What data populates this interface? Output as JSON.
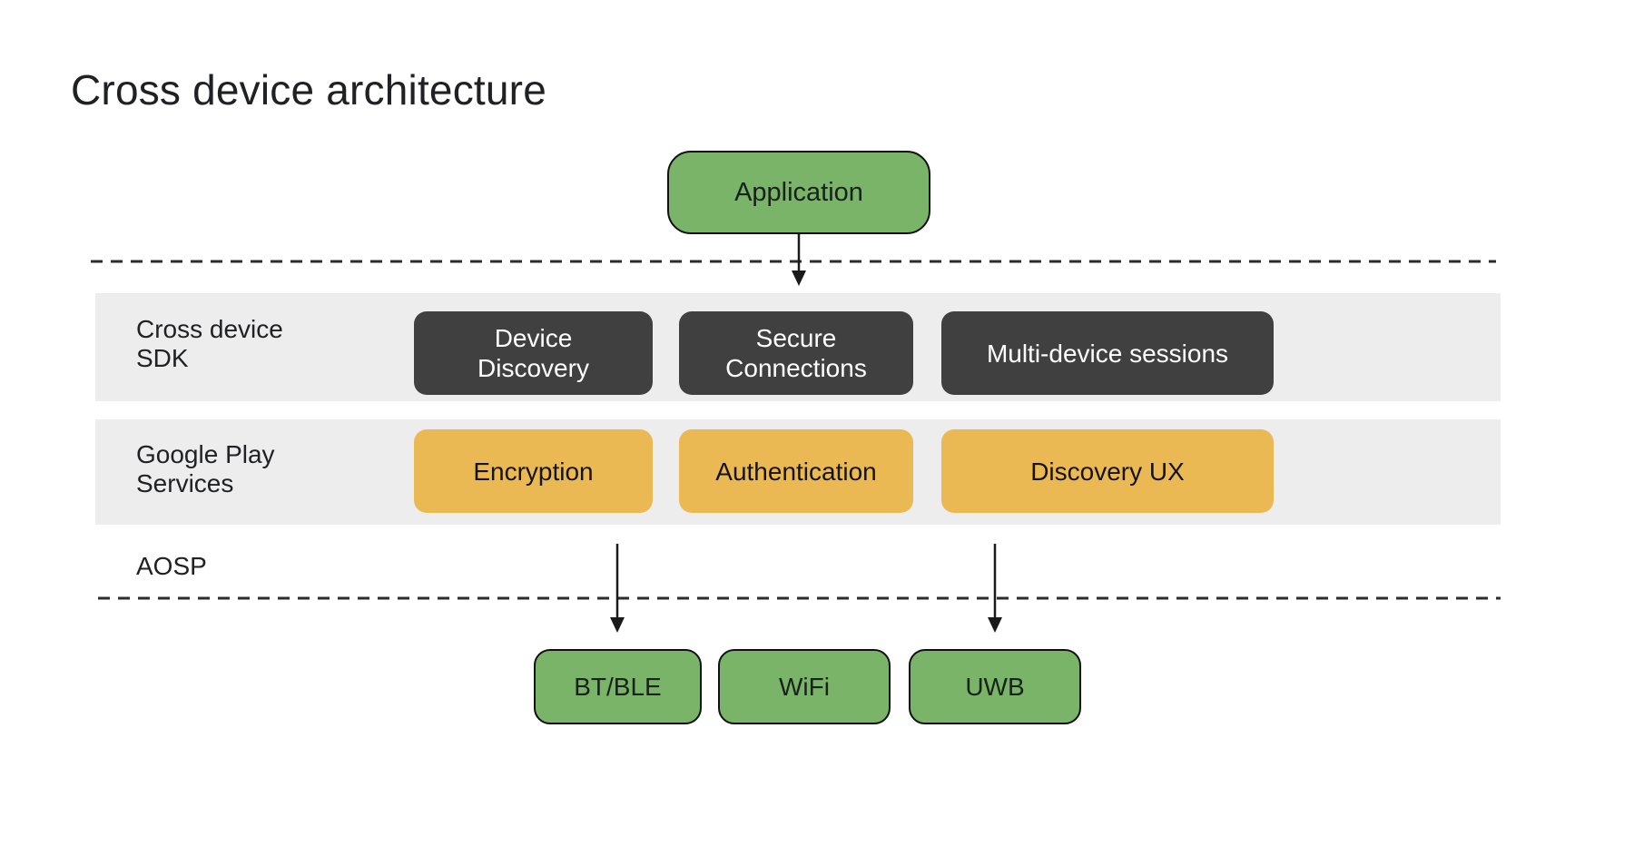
{
  "title": "Cross device architecture",
  "application_box": {
    "label": "Application"
  },
  "sdk_layer": {
    "label": "Cross device\nSDK",
    "boxes": [
      {
        "label": "Device\nDiscovery"
      },
      {
        "label": "Secure\nConnections"
      },
      {
        "label": "Multi-device sessions"
      }
    ]
  },
  "gms_layer": {
    "label": "Google Play\nServices",
    "boxes": [
      {
        "label": "Encryption"
      },
      {
        "label": "Authentication"
      },
      {
        "label": "Discovery UX"
      }
    ]
  },
  "aosp_layer": {
    "label": "AOSP"
  },
  "transport_boxes": [
    {
      "label": "BT/BLE"
    },
    {
      "label": "WiFi"
    },
    {
      "label": "UWB"
    }
  ],
  "colors": {
    "green": "#7ab469",
    "orange": "#ebb954",
    "dark": "#404040",
    "band": "#ededed",
    "ink": "#202124",
    "line": "#2d2d2d"
  }
}
